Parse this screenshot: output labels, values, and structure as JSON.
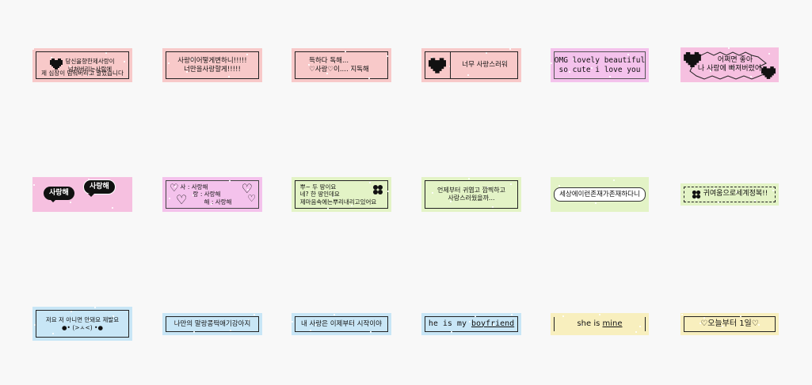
{
  "stickers": {
    "r1c1": {
      "lines": [
        "당신을향한제사랑이",
        "넘쳐버리는사람에",
        "제 심장이 멈춰버리고 말았습니다"
      ],
      "icon": "pixel-heart-icon",
      "color": "#f8c9c9"
    },
    "r1c2": {
      "lines": [
        "사랑이어떻게변하니!!!!!",
        "너만을사랑할게!!!!!"
      ],
      "color": "#f8c9c9"
    },
    "r1c3": {
      "lines": [
        "득하다 독해...",
        "♡사랑♡이.... 지독해"
      ],
      "color": "#f8c9c9"
    },
    "r1c4": {
      "lines": [
        "너무 사랑스러워"
      ],
      "icon": "pixel-heart-icon",
      "color": "#f8c9c9"
    },
    "r1c5": {
      "lines": [
        "OMG lovely beautiful",
        "so cute i love you"
      ],
      "color": "#f4c2ec"
    },
    "r1c6": {
      "lines": [
        "어쩌면 좋아",
        "나 사랑에 빠져버렸어"
      ],
      "icon": "pixel-heart-icon",
      "color": "#f6c0e0"
    },
    "r2c1": {
      "bubbles": [
        "사랑해",
        "사랑해"
      ],
      "color": "#f6c0e0"
    },
    "r2c2": {
      "lines": [
        "사 : 사랑해",
        "랑 : 사랑해",
        "해 : 사랑해"
      ],
      "color": "#f4c2ec"
    },
    "r2c3": {
      "lines": [
        "뿌~ 두 땅이요",
        "네? 한 땅인데요",
        "제마음속에는뿌리내리고있어요"
      ],
      "icon": "clover-icon",
      "color": "#e3f3c6"
    },
    "r2c4": {
      "lines": [
        "언제부터 귀엽고 깜찍하고",
        "사랑스러웠을까..."
      ],
      "color": "#e3f3c6"
    },
    "r2c5": {
      "lines": [
        "세상에이런존재가존재하다니"
      ],
      "color": "#e3f3c6"
    },
    "r2c6": {
      "lines": [
        "귀여움으로세계정복!!"
      ],
      "icon": "clover-icon",
      "color": "#e3f3c6"
    },
    "r3c1": {
      "lines": [
        "저요 저 아니면 안돼요 제발요",
        "●• (>ㅅ<) •●"
      ],
      "color": "#c8e6f6"
    },
    "r3c2": {
      "lines": [
        "나만의 말랑콩떡애기강아지"
      ],
      "color": "#c8e6f6"
    },
    "r3c3": {
      "lines": [
        "내 사랑은 이제부터 시작이야"
      ],
      "color": "#c8e6f6"
    },
    "r3c4": {
      "lines": [
        "he is my ",
        "boyfriend"
      ],
      "color": "#c8e6f6"
    },
    "r3c5": {
      "lines": [
        "she is ",
        "mine"
      ],
      "color": "#f8efbe"
    },
    "r3c6": {
      "lines": [
        "♡오늘부터 1일♡"
      ],
      "color": "#f8efbe"
    }
  }
}
